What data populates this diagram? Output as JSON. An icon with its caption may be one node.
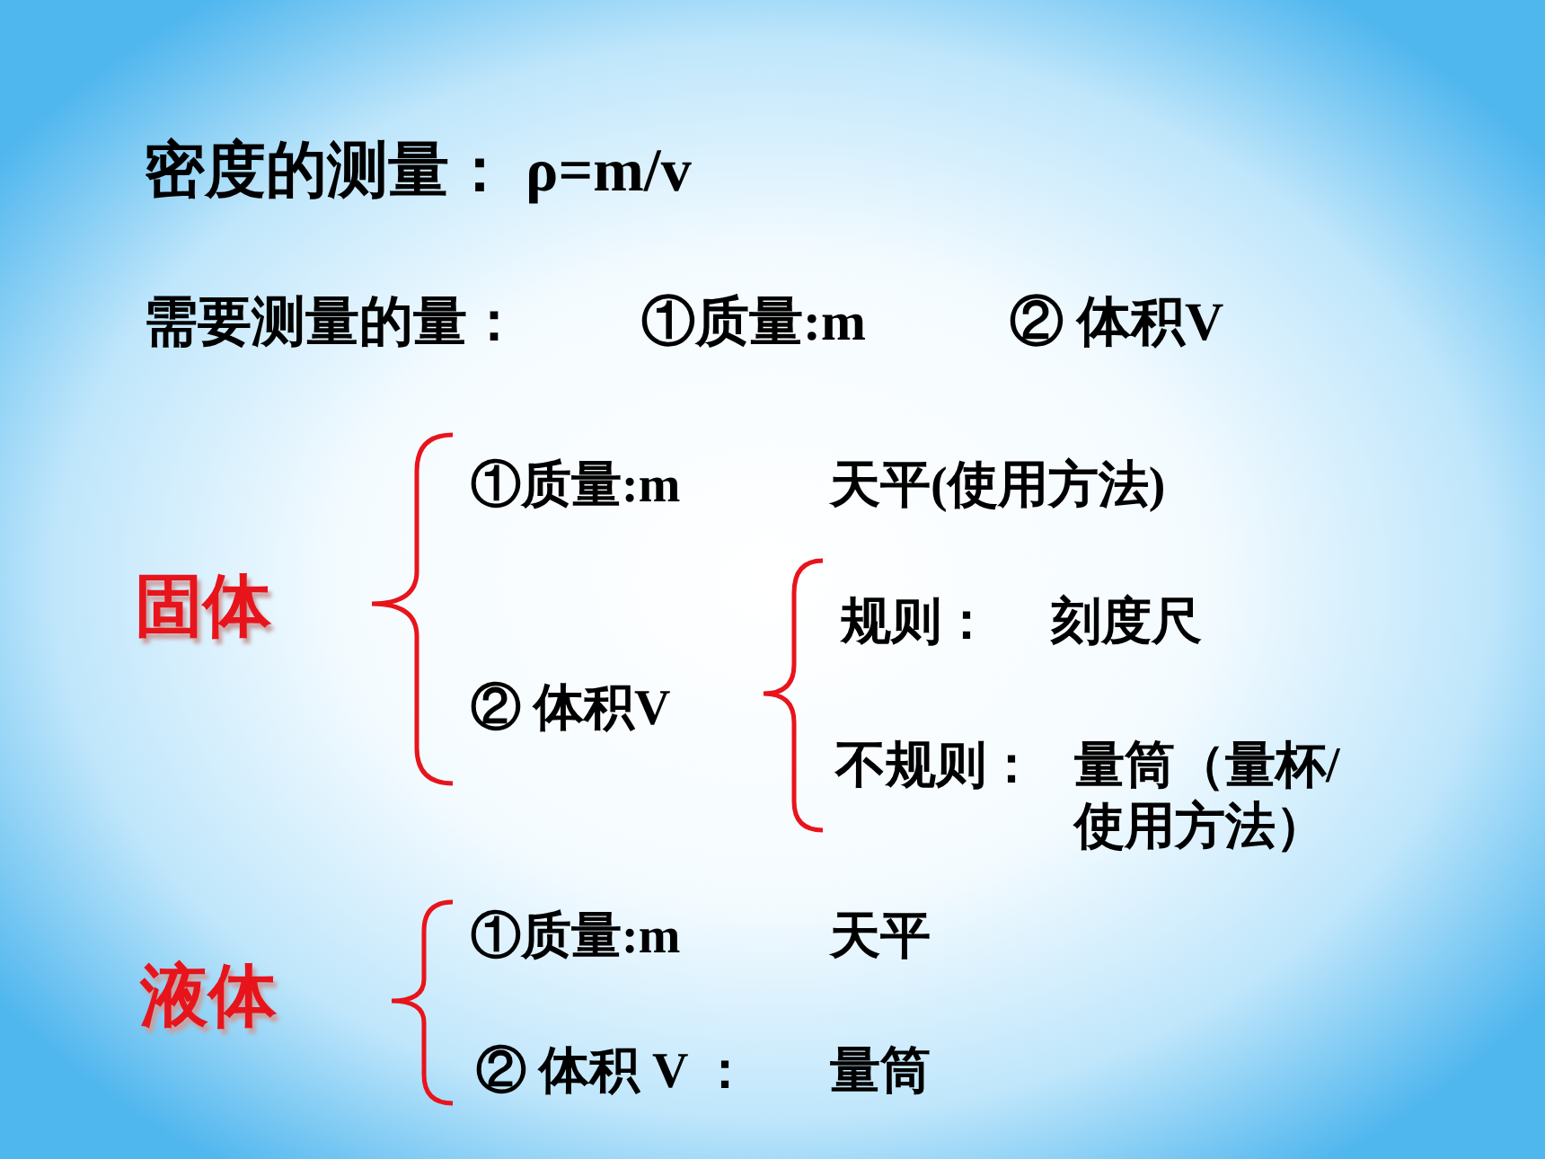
{
  "diagram": {
    "title": "密度的测量： ρ=m/v",
    "labels": [
      "需要测量的量：",
      "①质量:m",
      "② 体积V",
      "①质量:m",
      "天平(使用方法)",
      "固体",
      "规则：",
      "刻度尺",
      "② 体积V",
      "不规则：",
      "量筒（量杯/使用方法）",
      "①质量:m",
      "天平",
      "液体",
      "② 体积 V ：",
      "量筒"
    ]
  }
}
